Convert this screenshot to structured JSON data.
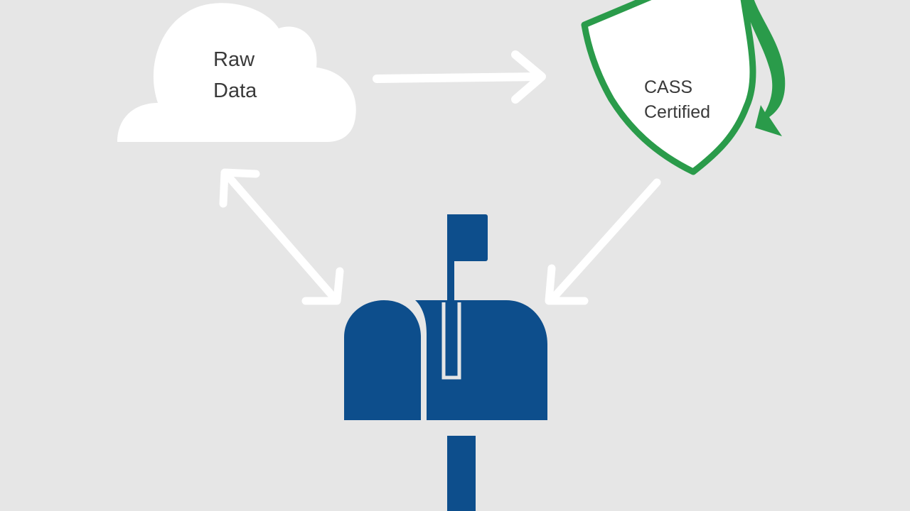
{
  "diagram": {
    "source": {
      "line1": "Raw",
      "line2": "Data"
    },
    "certification": {
      "line1": "CASS",
      "line2": "Certified"
    }
  },
  "colors": {
    "background": "#e6e6e6",
    "cloud": "#ffffff",
    "arrow": "#ffffff",
    "shield_stroke": "#2a9b4a",
    "shield_fill": "#ffffff",
    "mailbox": "#0d4e8c"
  },
  "icons": {
    "source": "cloud-icon",
    "certification": "shield-icon",
    "destination": "mailbox-icon"
  }
}
